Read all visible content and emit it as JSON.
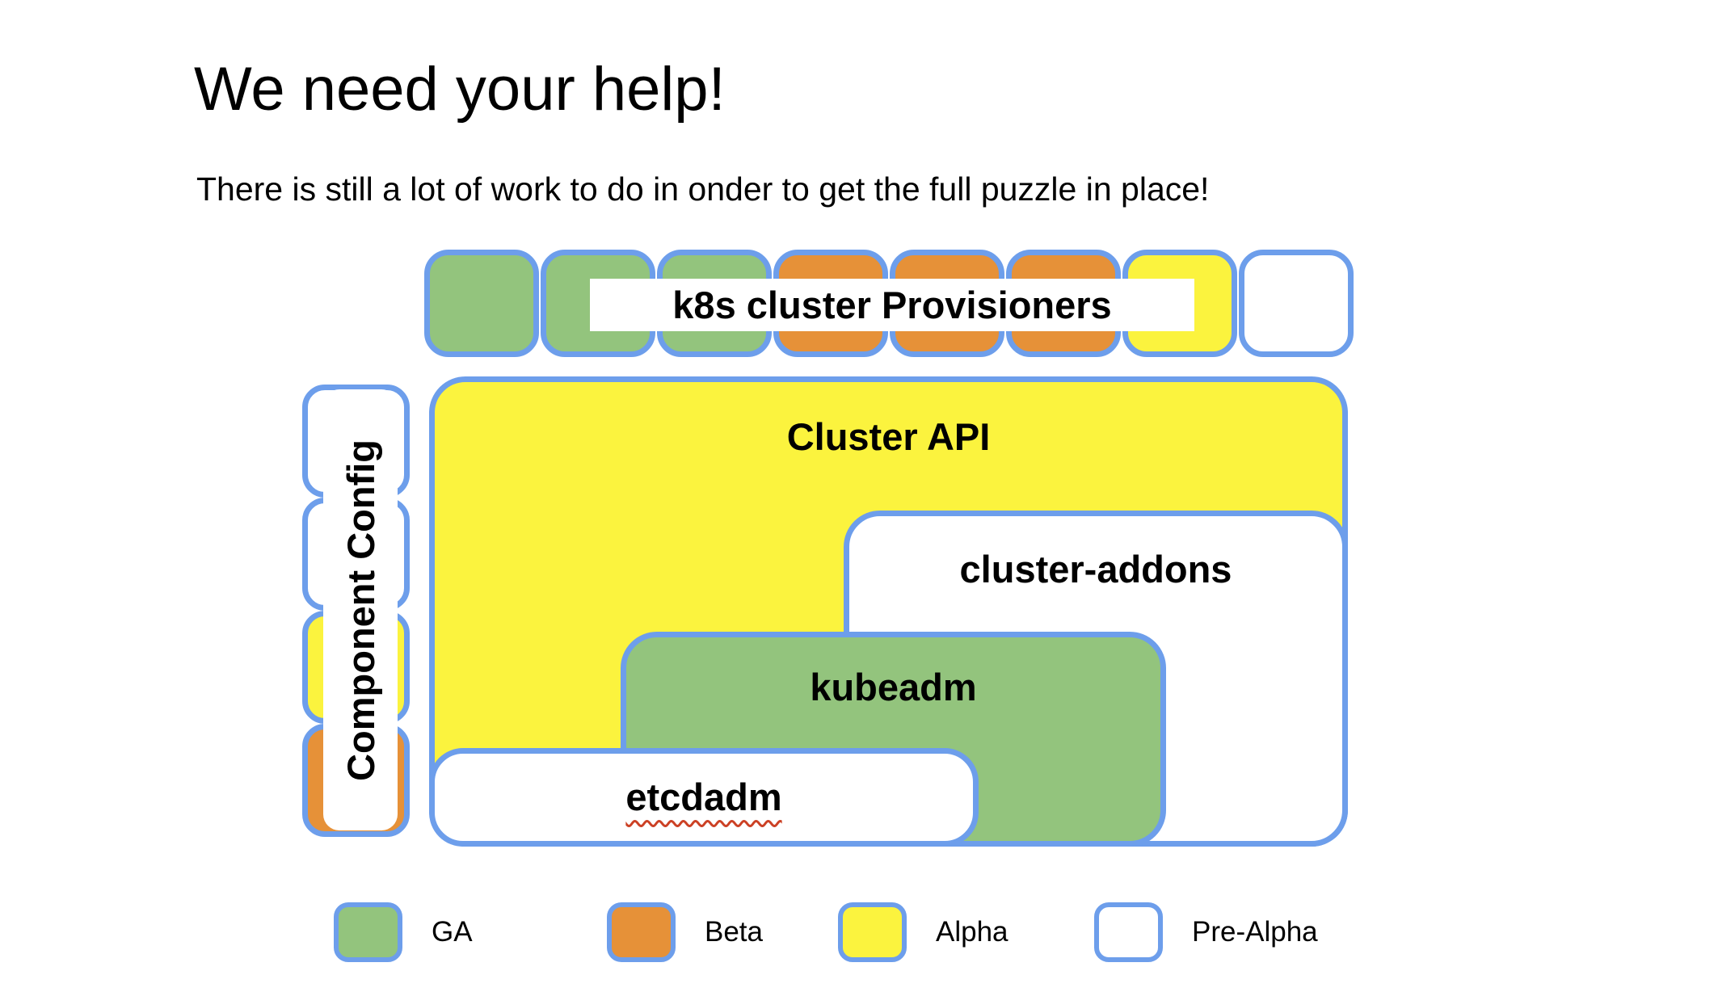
{
  "slide": {
    "title": "We need your help!",
    "subtitle": "There is still a lot of work to do in onder to get the full puzzle in place!"
  },
  "diagram": {
    "provisioners_label": "k8s cluster Provisioners",
    "component_config_label": "Component Config",
    "boxes": {
      "cluster_api": "Cluster API",
      "cluster_addons": "cluster-addons",
      "kubeadm": "kubeadm",
      "etcdadm": "etcdadm"
    },
    "top_row_statuses": [
      "ga",
      "ga",
      "ga",
      "beta",
      "beta",
      "beta",
      "alpha",
      "pre_alpha"
    ],
    "component_config_statuses": [
      "pre_alpha",
      "pre_alpha",
      "alpha",
      "beta"
    ]
  },
  "legend": {
    "items": [
      {
        "label": "GA",
        "status": "ga"
      },
      {
        "label": "Beta",
        "status": "beta"
      },
      {
        "label": "Alpha",
        "status": "alpha"
      },
      {
        "label": "Pre-Alpha",
        "status": "pre_alpha"
      }
    ]
  },
  "colors": {
    "ga": "#93C47D",
    "beta": "#E69138",
    "alpha": "#FBF33E",
    "pre_alpha": "#FFFFFF",
    "border": "#6D9EEB",
    "spellcheck_underline": "#CC4125"
  }
}
